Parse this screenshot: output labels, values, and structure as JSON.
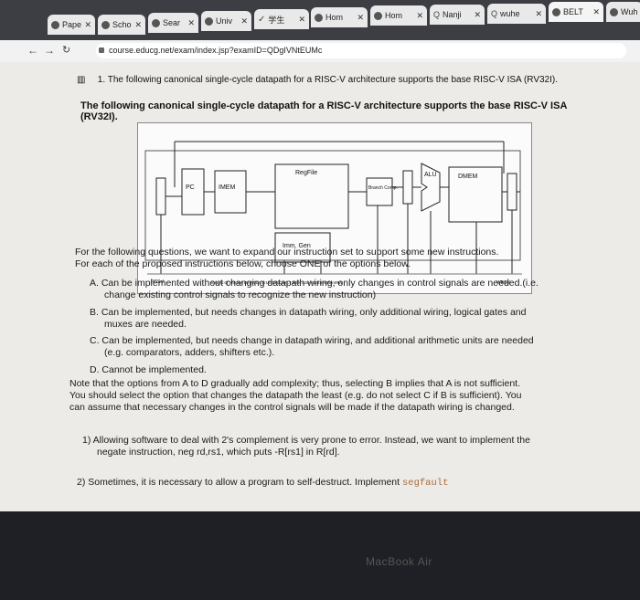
{
  "browser": {
    "tabs": [
      {
        "label": "Pape"
      },
      {
        "label": "Scho"
      },
      {
        "label": "Sear"
      },
      {
        "label": "Univ"
      },
      {
        "label": "学生"
      },
      {
        "label": "Hom"
      },
      {
        "label": "Hom"
      },
      {
        "label": "Nanji"
      },
      {
        "label": "wuhe"
      },
      {
        "label": "BELT"
      },
      {
        "label": "Wuh"
      }
    ],
    "url": "course.educg.net/exam/index.jsp?examID=QDgIVNtEUMc"
  },
  "question": {
    "number_label": "1. The following canonical single-cycle datapath for a RISC-V architecture supports the base RISC-V ISA (RV32I).",
    "heading": "The following canonical single-cycle datapath for a RISC-V architecture supports the base RISC-V ISA (RV32I).",
    "diagram_labels": {
      "regfile": "RegFile",
      "imem": "IMEM",
      "alu": "ALU",
      "dmem": "DMEM",
      "pc": "PC",
      "immgen": "Imm. Gen",
      "branch": "Branch Comp.",
      "pcsel": "PCSel",
      "wbsel": "WBSel",
      "control": "inst[31:0]  ImmSel  RegWEn  BrUn BrEq BrLT  BSel ASel  ALUSel  MemRW"
    },
    "intro": "For the following questions, we want to expand our instruction set to support some new instructions. For each of the proposed instructions below, choose ONE of the options below.",
    "options": [
      "A. Can be implemented without changing datapath wiring, only changes in control signals are needed.(i.e. change existing control signals to recognize the new instruction)",
      "B. Can be implemented, but needs changes in datapath wiring, only additional wiring, logical gates and muxes are needed.",
      "C. Can be implemented, but needs change in datapath wiring, and additional arithmetic units are needed (e.g. comparators, adders, shifters etc.).",
      "D. Cannot be implemented."
    ],
    "note": "Note that the options from A to D gradually add complexity; thus, selecting B implies that A is not sufficient. You should select the option that changes the datapath the least (e.g. do not select C if B is sufficient). You can assume that necessary changes in the control signals will be made if the datapath wiring is changed.",
    "q1": "1) Allowing software to deal with 2's complement is very prone to error. Instead, we want to implement the negate instruction, neg rd,rs1, which puts -R[rs1] in R[rd].",
    "q2_text": "2) Sometimes, it is necessary to allow a program to self-destruct. Implement ",
    "q2_code": "segfault"
  },
  "laptop_brand": "MacBook Air"
}
